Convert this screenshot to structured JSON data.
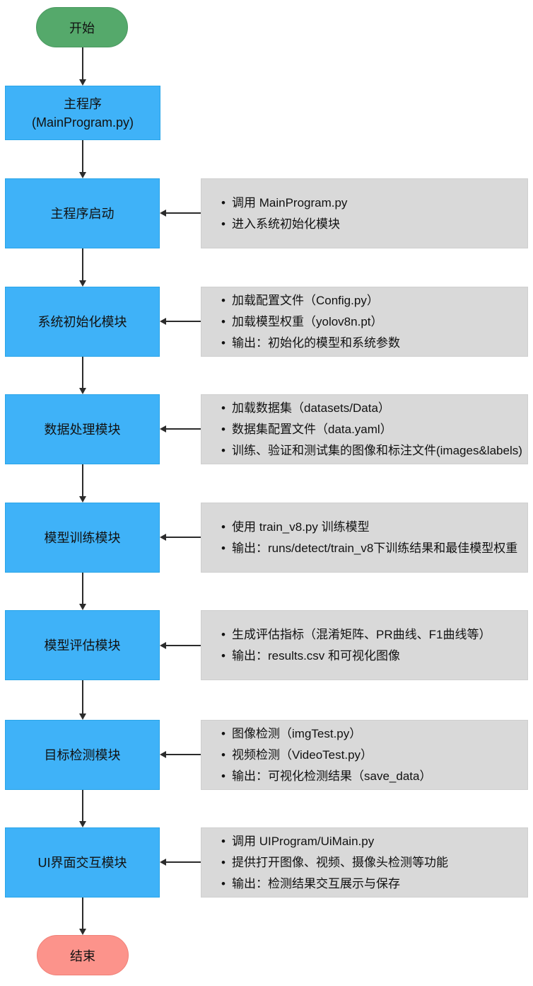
{
  "diagram": {
    "start_label": "开始",
    "end_label": "结束",
    "main_box": {
      "line1": "主程序",
      "line2": "(MainProgram.py)"
    },
    "rows": [
      {
        "module": "主程序启动",
        "notes": [
          "调用 MainProgram.py",
          "进入系统初始化模块"
        ]
      },
      {
        "module": "系统初始化模块",
        "notes": [
          "加载配置文件（Config.py）",
          "加载模型权重（yolov8n.pt）",
          "输出：初始化的模型和系统参数"
        ]
      },
      {
        "module": "数据处理模块",
        "notes": [
          "加载数据集（datasets/Data）",
          "数据集配置文件（data.yaml）",
          "训练、验证和测试集的图像和标注文件(images&labels)"
        ]
      },
      {
        "module": "模型训练模块",
        "notes": [
          "使用 train_v8.py 训练模型",
          "输出：runs/detect/train_v8下训练结果和最佳模型权重"
        ]
      },
      {
        "module": "模型评估模块",
        "notes": [
          "生成评估指标（混淆矩阵、PR曲线、F1曲线等）",
          "输出：results.csv 和可视化图像"
        ]
      },
      {
        "module": "目标检测模块",
        "notes": [
          "图像检测（imgTest.py）",
          "视频检测（VideoTest.py）",
          "输出：可视化检测结果（save_data）"
        ]
      },
      {
        "module": "UI界面交互模块",
        "notes": [
          "调用 UIProgram/UiMain.py",
          "提供打开图像、视频、摄像头检测等功能",
          "输出：检测结果交互展示与保存"
        ]
      }
    ],
    "colors": {
      "process_fill": "#3FB2F8",
      "start_fill": "#55A96B",
      "end_fill": "#FC938B",
      "note_fill": "#D9D9D9",
      "arrow": "#2B2B2B"
    }
  }
}
